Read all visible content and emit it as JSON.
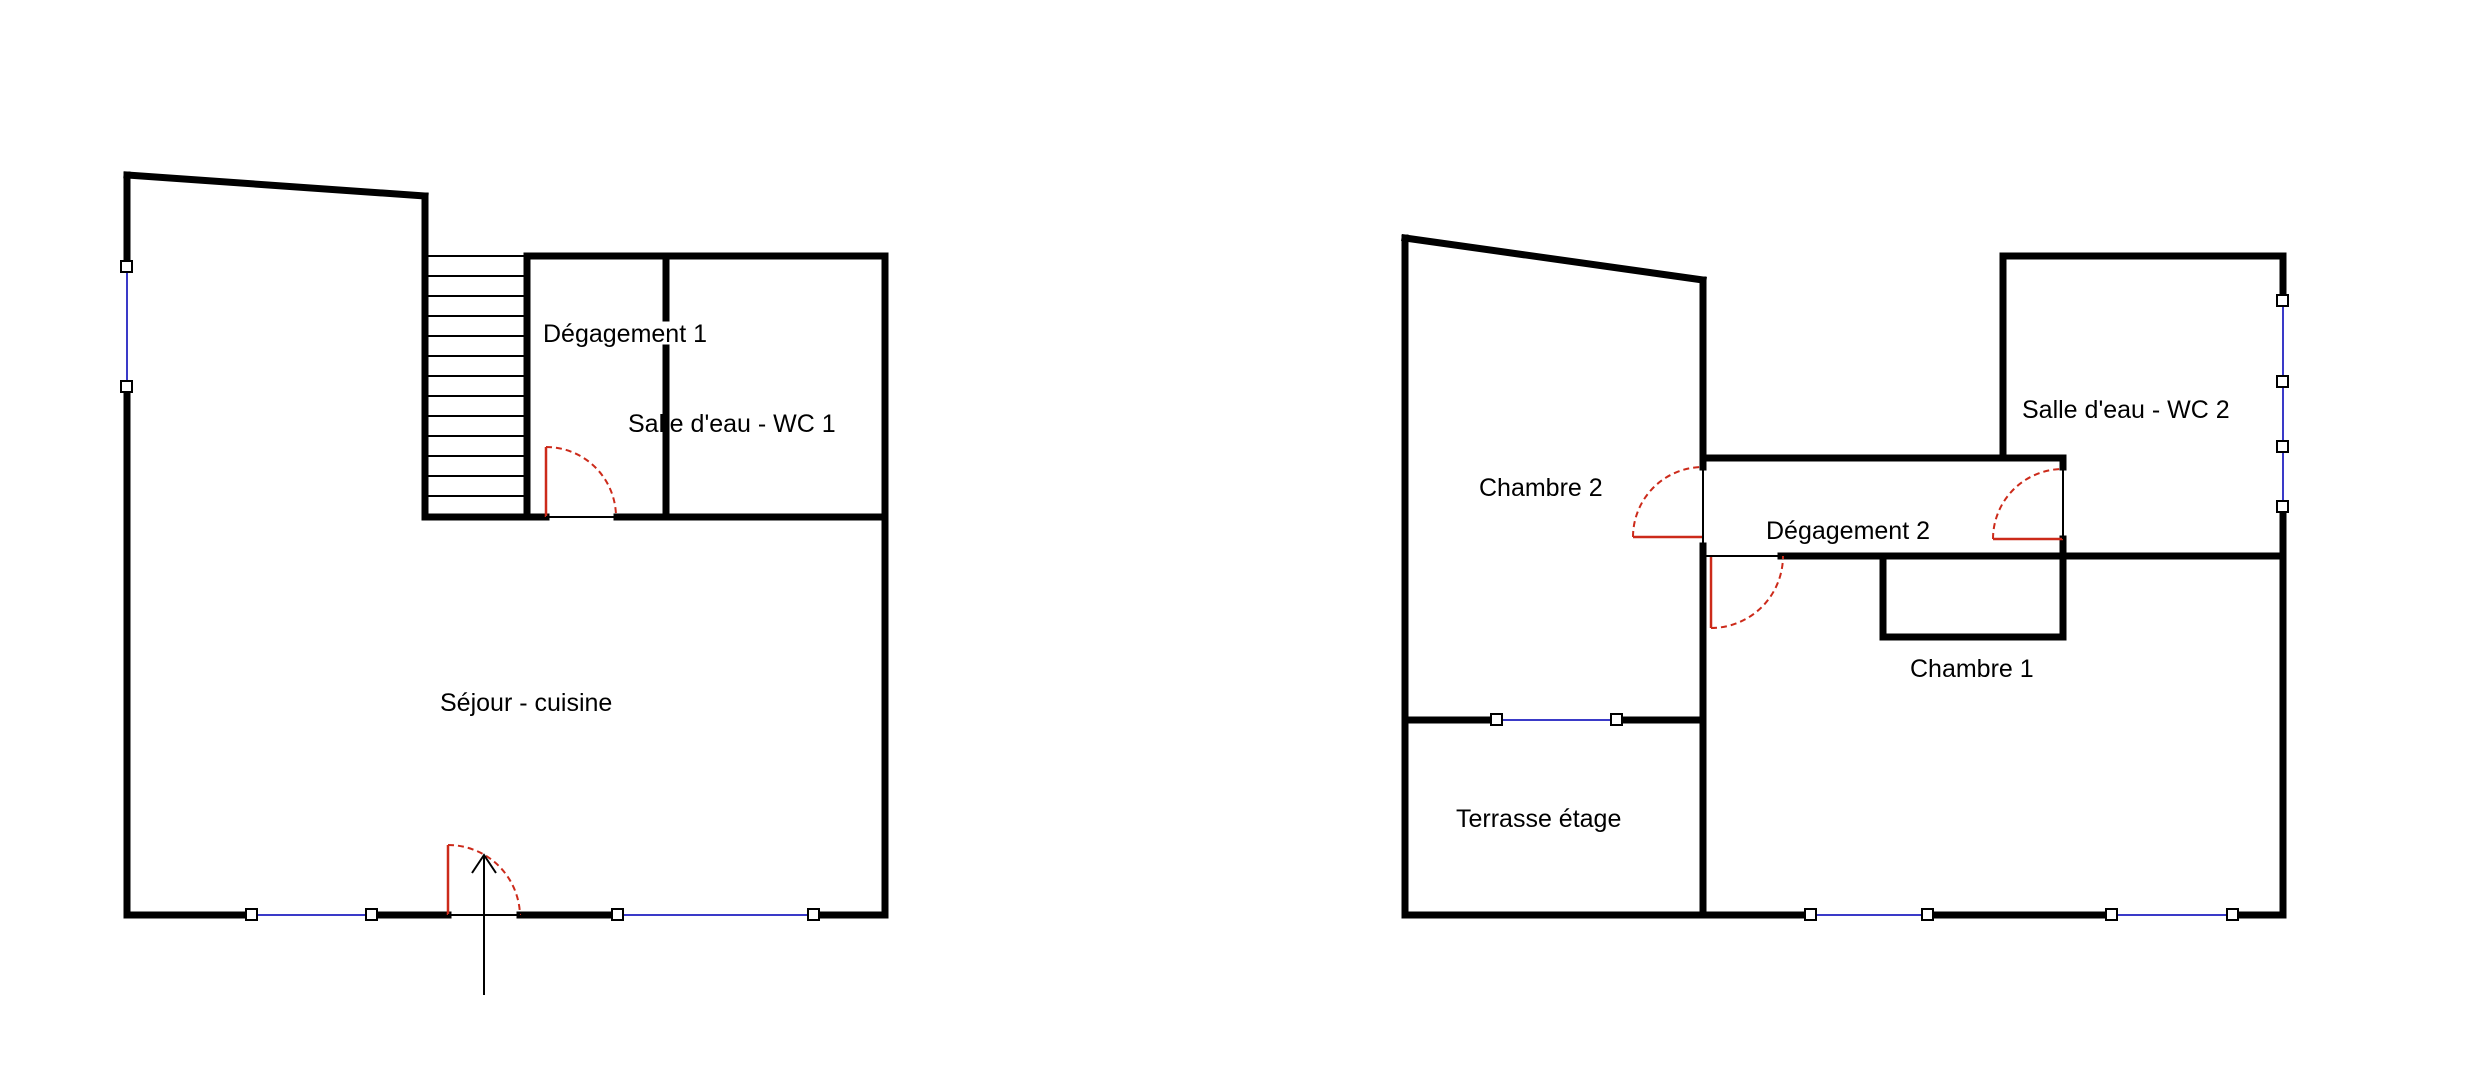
{
  "plans": {
    "ground_floor": {
      "rooms": {
        "degagement": "Dégagement 1",
        "salle_eau": "Salle d'eau - WC 1",
        "sejour": "Séjour - cuisine"
      }
    },
    "upper_floor": {
      "rooms": {
        "chambre2": "Chambre 2",
        "salle_eau": "Salle d'eau - WC 2",
        "degagement": "Dégagement 2",
        "chambre1": "Chambre 1",
        "terrasse": "Terrasse étage"
      }
    }
  },
  "colors": {
    "walls": "#000000",
    "windows": "#3a3ac8",
    "doors": "#cc2a1a"
  }
}
